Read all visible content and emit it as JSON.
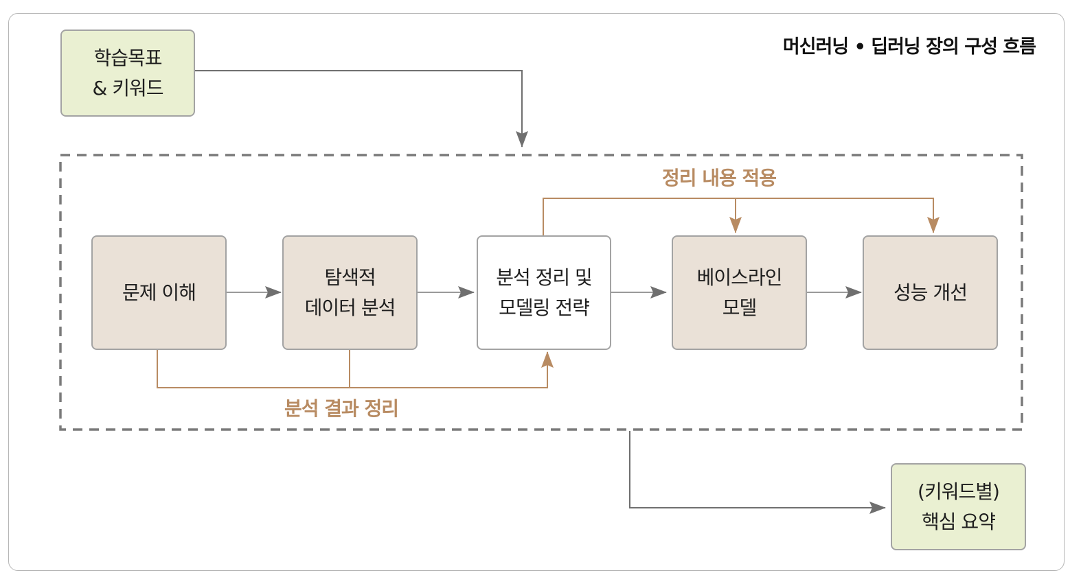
{
  "title": "머신러닝 • 딥러닝 장의 구성 흐름",
  "colors": {
    "flow_gray": "#6f6f6f",
    "feedback_brown": "#b88b62",
    "node_green": "#eaf0d2",
    "node_beige": "#eae1d7",
    "node_white": "#ffffff",
    "node_border": "#a3a3a3"
  },
  "nodes": {
    "goals": {
      "lines": [
        "학습목표",
        "& 키워드"
      ],
      "style": "green"
    },
    "problem": {
      "lines": [
        "문제 이해"
      ],
      "style": "beige"
    },
    "eda": {
      "lines": [
        "탐색적",
        "데이터 분석"
      ],
      "style": "beige"
    },
    "strategy": {
      "lines": [
        "분석 정리 및",
        "모델링 전략"
      ],
      "style": "white"
    },
    "baseline": {
      "lines": [
        "베이스라인",
        "모델"
      ],
      "style": "beige"
    },
    "improve": {
      "lines": [
        "성능 개선"
      ],
      "style": "beige"
    },
    "summary": {
      "lines": [
        "(키워드별)",
        "핵심 요약"
      ],
      "style": "green"
    }
  },
  "labels": {
    "apply": "정리 내용 적용",
    "organize": "분석 결과 정리"
  },
  "edges": [
    {
      "from": "goals",
      "to": "chapter-group",
      "kind": "flow"
    },
    {
      "from": "problem",
      "to": "eda",
      "kind": "flow"
    },
    {
      "from": "eda",
      "to": "strategy",
      "kind": "flow"
    },
    {
      "from": "strategy",
      "to": "baseline",
      "kind": "flow"
    },
    {
      "from": "baseline",
      "to": "improve",
      "kind": "flow"
    },
    {
      "from": "problem",
      "to": "strategy",
      "kind": "feedback",
      "label": "분석 결과 정리"
    },
    {
      "from": "eda",
      "to": "strategy",
      "kind": "feedback",
      "label": "분석 결과 정리"
    },
    {
      "from": "strategy",
      "to": "baseline",
      "kind": "feedback",
      "label": "정리 내용 적용"
    },
    {
      "from": "strategy",
      "to": "improve",
      "kind": "feedback",
      "label": "정리 내용 적용"
    },
    {
      "from": "chapter-group",
      "to": "summary",
      "kind": "flow"
    }
  ]
}
